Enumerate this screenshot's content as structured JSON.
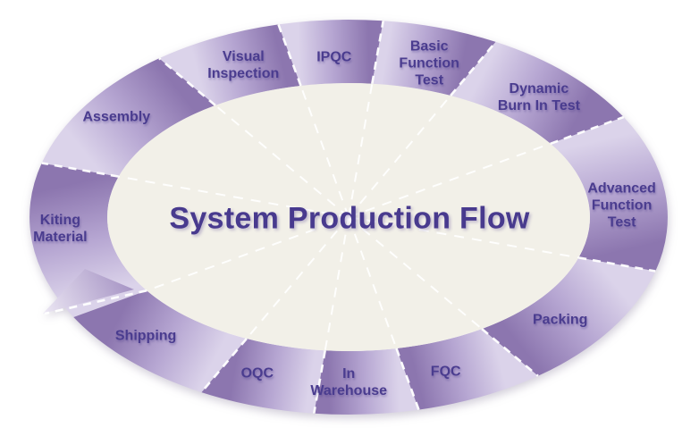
{
  "diagram": {
    "title": "System Production Flow",
    "type": "production-cycle-ring",
    "flow_direction": "clockwise",
    "start_marker": "arrow at Shipping / Kiting Material boundary",
    "stages": [
      {
        "id": "kiting-material",
        "label": "Kiting Material",
        "lines": [
          "Kiting",
          "Material"
        ]
      },
      {
        "id": "assembly",
        "label": "Assembly",
        "lines": [
          "Assembly"
        ]
      },
      {
        "id": "visual-inspection",
        "label": "Visual Inspection",
        "lines": [
          "Visual",
          "Inspection"
        ]
      },
      {
        "id": "ipqc",
        "label": "IPQC",
        "lines": [
          "IPQC"
        ]
      },
      {
        "id": "basic-function-test",
        "label": "Basic Function Test",
        "lines": [
          "Basic",
          "Function",
          "Test"
        ]
      },
      {
        "id": "dynamic-burn-in-test",
        "label": "Dynamic Burn In Test",
        "lines": [
          "Dynamic",
          "Burn In Test"
        ]
      },
      {
        "id": "advanced-function-test",
        "label": "Advanced Function Test",
        "lines": [
          "Advanced",
          "Function",
          "Test"
        ]
      },
      {
        "id": "packing",
        "label": "Packing",
        "lines": [
          "Packing"
        ]
      },
      {
        "id": "fqc",
        "label": "FQC",
        "lines": [
          "FQC"
        ]
      },
      {
        "id": "in-warehouse",
        "label": "In Warehouse",
        "lines": [
          "In",
          "Warehouse"
        ]
      },
      {
        "id": "oqc",
        "label": "OQC",
        "lines": [
          "OQC"
        ]
      },
      {
        "id": "shipping",
        "label": "Shipping",
        "lines": [
          "Shipping"
        ]
      }
    ],
    "colors": {
      "segment_light": "#dbd3ea",
      "segment_mid": "#b6a6d2",
      "segment_dark": "#8c76af",
      "inner_fill": "#f2f0e8",
      "divider": "#ffffff",
      "text": "#4a3c8f",
      "title_text": "#483a8e",
      "arrow_light": "#ece7f4",
      "arrow_dark": "#a694c4",
      "background": "#ffffff"
    }
  }
}
